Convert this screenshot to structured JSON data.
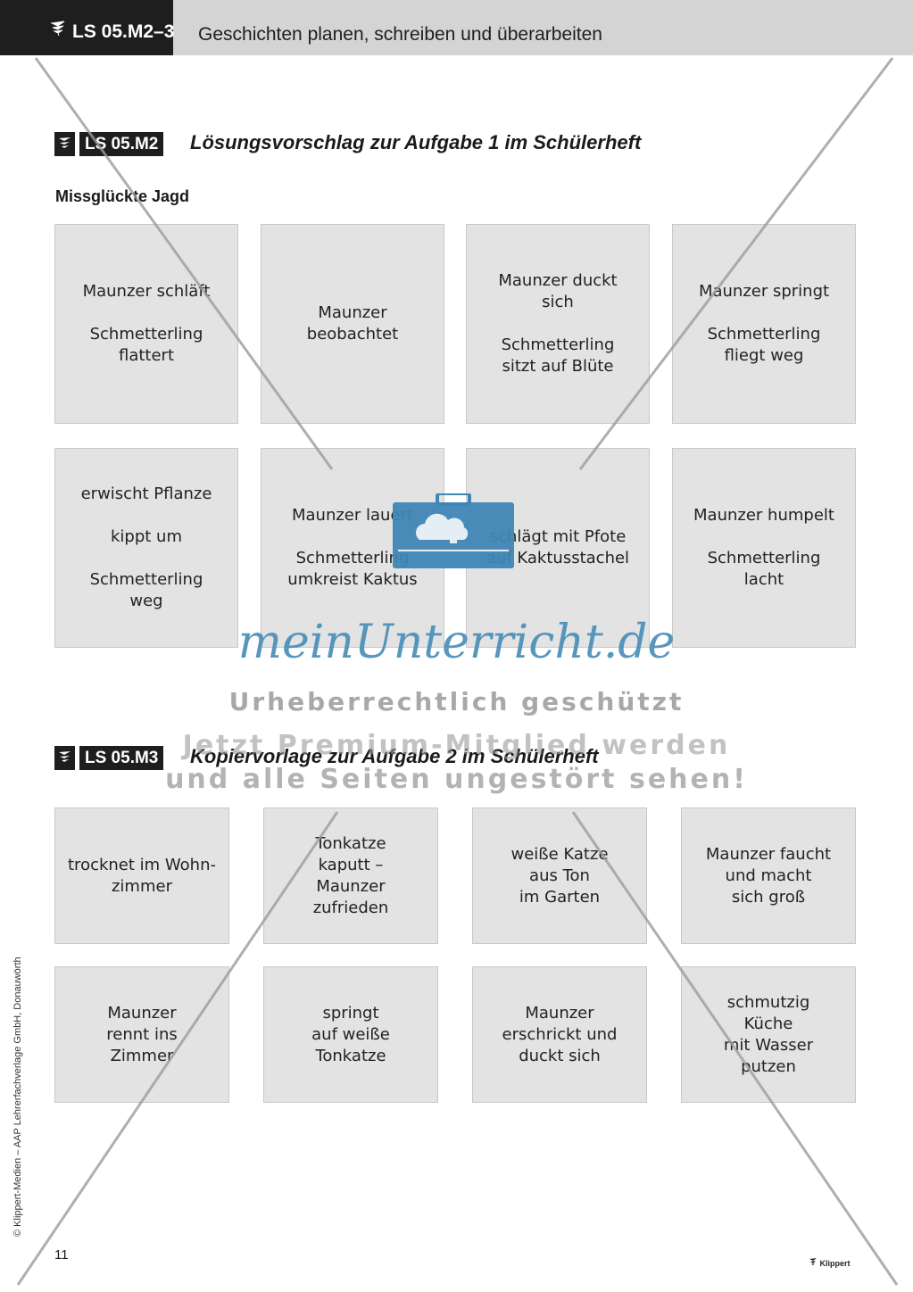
{
  "header": {
    "code": "LS 05.M2–3",
    "title": "Geschichten planen, schreiben und überarbeiten"
  },
  "section1": {
    "label": "LS 05.M2",
    "title": "Lösungsvorschlag zur Aufgabe 1 im Schülerheft",
    "subtitle": "Missglückte Jagd",
    "cards": [
      "Maunzer schläft\n\nSchmetterling\nflattert",
      "Maunzer\nbeobachtet",
      "Maunzer duckt\nsich\n\nSchmetterling\nsitzt auf Blüte",
      "Maunzer springt\n\nSchmetterling\nfliegt weg",
      "erwischt Pflanze\n\nkippt um\n\nSchmetterling\nweg",
      "Maunzer lauert\n\nSchmetterling\numkreist Kaktus",
      "schlägt mit Pfote\nauf Kaktusstachel",
      "Maunzer humpelt\n\nSchmetterling\nlacht"
    ]
  },
  "section2": {
    "label": "LS 05.M3",
    "title": "Kopiervorlage zur Aufgabe 2 im Schülerheft",
    "cards": [
      "trocknet im Wohn-\nzimmer",
      "Tonkatze\nkaputt –\nMaunzer\nzufrieden",
      "weiße Katze\naus Ton\nim Garten",
      "Maunzer faucht\nund macht\nsich groß",
      "Maunzer\nrennt ins\nZimmer",
      "springt\nauf weiße\nTonkatze",
      "Maunzer\nerschrickt und\nduckt sich",
      "schmutzig\nKüche\nmit Wasser\nputzen"
    ]
  },
  "watermark": {
    "brand": "meinUnterricht.de",
    "line1": "Urheberrechtlich geschützt",
    "line2": "Jetzt Premium-Mitglied werden",
    "line3": "und alle Seiten ungestört sehen!",
    "color": "#4a8fb8"
  },
  "footer": {
    "copyright": "© Klippert-Medien – AAP Lehrerfachverlage GmbH, Donauwörth",
    "page_number": "11",
    "brand": "Klippert"
  }
}
